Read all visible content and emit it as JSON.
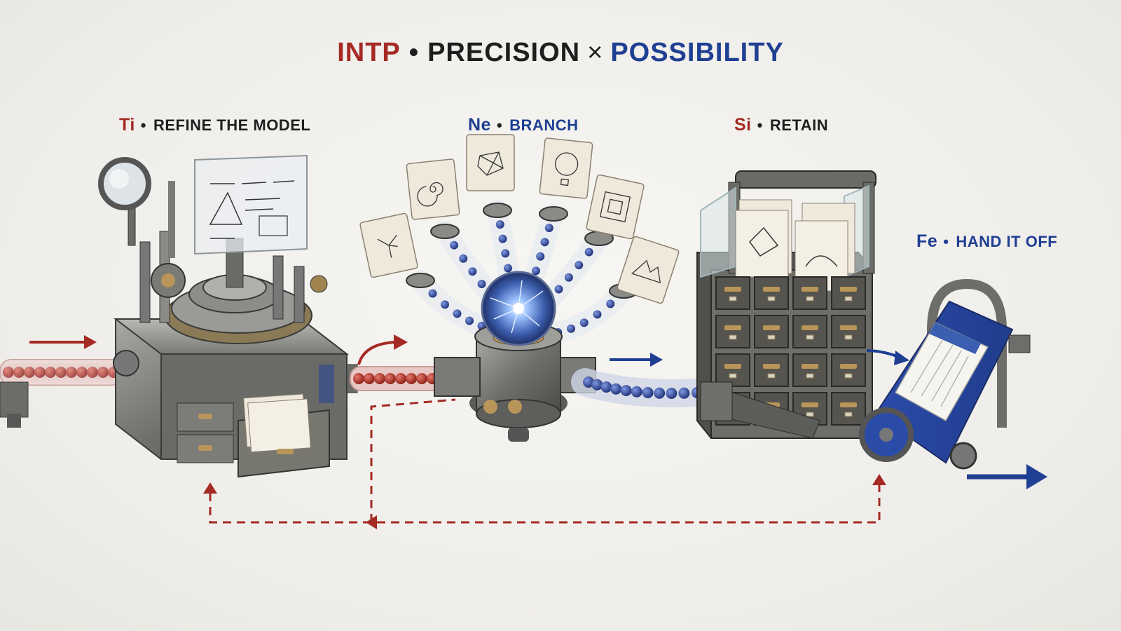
{
  "title": {
    "intp": "INTP",
    "sep": "•",
    "left": "PRECISION",
    "times": "×",
    "right": "POSSIBILITY"
  },
  "stages": {
    "ti": {
      "code": "Ti",
      "dot": "•",
      "label": "REFINE THE MODEL"
    },
    "ne": {
      "code": "Ne",
      "dot": "•",
      "label": "BRANCH"
    },
    "si": {
      "code": "Si",
      "dot": "•",
      "label": "RETAIN"
    },
    "fe": {
      "code": "Fe",
      "dot": "•",
      "label": "HAND IT OFF"
    }
  },
  "colors": {
    "accent_red": "#a52a24",
    "accent_blue": "#1f3f93",
    "metal": "#7d7d7b",
    "dark_metal": "#4e4e4c",
    "paper": "#efe9dc",
    "background": "#f2f1ee"
  },
  "icons": [
    "magnifier-icon",
    "glass-equation-board-icon",
    "drawer-icon",
    "crystal-orb-icon",
    "spiral-card-icon",
    "network-card-icon",
    "balloon-card-icon",
    "maze-card-icon",
    "mountain-card-icon",
    "tree-card-icon",
    "file-cabinet-icon",
    "conveyor-belt-icon",
    "document-icon",
    "arrow-icon"
  ]
}
